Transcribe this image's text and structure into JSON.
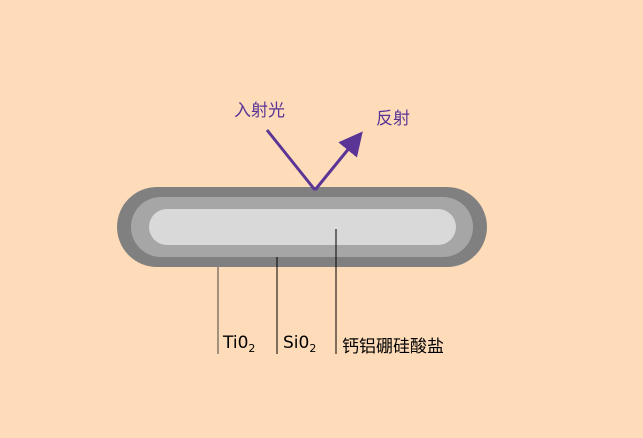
{
  "labels": {
    "incident": "入射光",
    "reflection": "反射",
    "layer_outer": "Ti0",
    "layer_outer_sub": "2",
    "layer_middle": "Si0",
    "layer_middle_sub": "2",
    "layer_core": "钙铝硼硅酸盐"
  },
  "colors": {
    "background": "#fedcb9",
    "outer_layer": "#808080",
    "middle_layer": "#a6a6a6",
    "core": "#d9d9d9",
    "ray": "#5a3596"
  }
}
